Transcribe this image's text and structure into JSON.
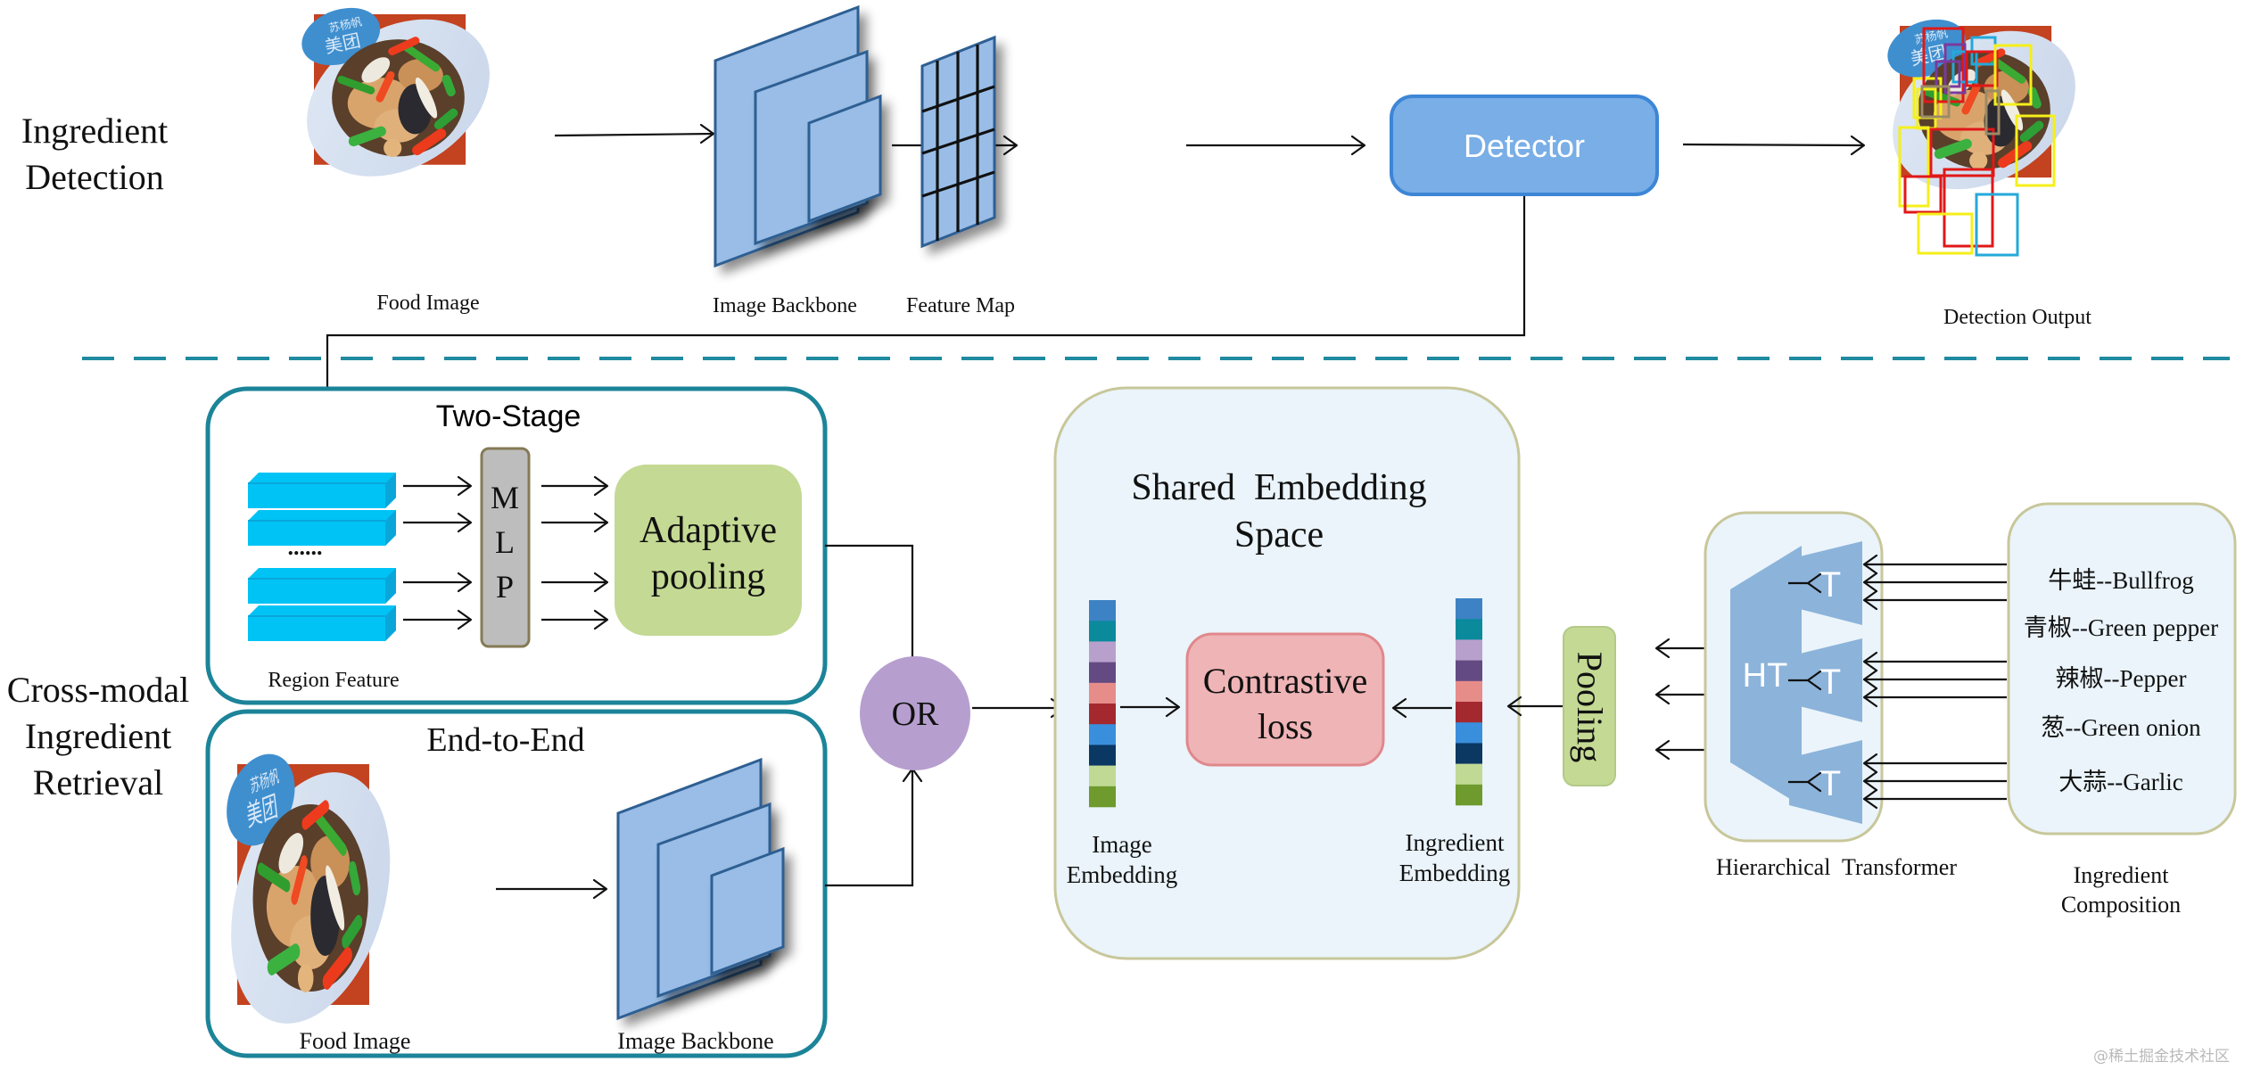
{
  "sections": {
    "top": {
      "label_line1": "Ingredient",
      "label_line2": "Detection"
    },
    "bottom": {
      "label_line1": "Cross-modal",
      "label_line2": "Ingredient",
      "label_line3": "Retrieval"
    }
  },
  "detection": {
    "food_image_caption": "Food Image",
    "backbone_caption": "Image Backbone",
    "feature_map_caption": "Feature Map",
    "detector_label": "Detector",
    "output_caption": "Detection Output",
    "box_colors": [
      "#f5ef1a",
      "#e01818",
      "#24a9d9",
      "#7a3a9e",
      "#9b8b66"
    ]
  },
  "two_stage": {
    "title": "Two-Stage",
    "region_caption": "Region Feature",
    "ellipsis": "......",
    "mlp_letters": [
      "M",
      "L",
      "P"
    ],
    "pool_line1": "Adaptive",
    "pool_line2": "pooling"
  },
  "end_to_end": {
    "title": "End-to-End",
    "food_image_caption": "Food Image",
    "backbone_caption": "Image Backbone"
  },
  "or_node": {
    "label": "OR"
  },
  "shared_space": {
    "title_line1": "Shared  Embedding",
    "title_line2": "Space",
    "loss_line1": "Contrastive",
    "loss_line2": "loss",
    "image_emb_line1": "Image",
    "image_emb_line2": "Embedding",
    "ingr_emb_line1": "Ingredient",
    "ingr_emb_line2": "Embedding",
    "embedding_colors": [
      "#3d82c4",
      "#0b8a9c",
      "#b8a0cc",
      "#644a83",
      "#e68d8a",
      "#a3292e",
      "#3a8fdc",
      "#0b3763",
      "#c0da95",
      "#6e9a2e"
    ]
  },
  "pooling": {
    "label": "Pooling"
  },
  "hier_transformer": {
    "caption": "Hierarchical  Transformer",
    "ht_label": "HT",
    "t_labels": [
      "T",
      "T",
      "T"
    ]
  },
  "ingredients": {
    "caption_line1": "Ingredient",
    "caption_line2": "Composition",
    "items": [
      "牛蛙--Bullfrog",
      "青椒--Green pepper",
      "辣椒--Pepper",
      "葱--Green onion",
      "大蒜--Garlic"
    ]
  },
  "watermark": "@稀土掘金技术社区"
}
